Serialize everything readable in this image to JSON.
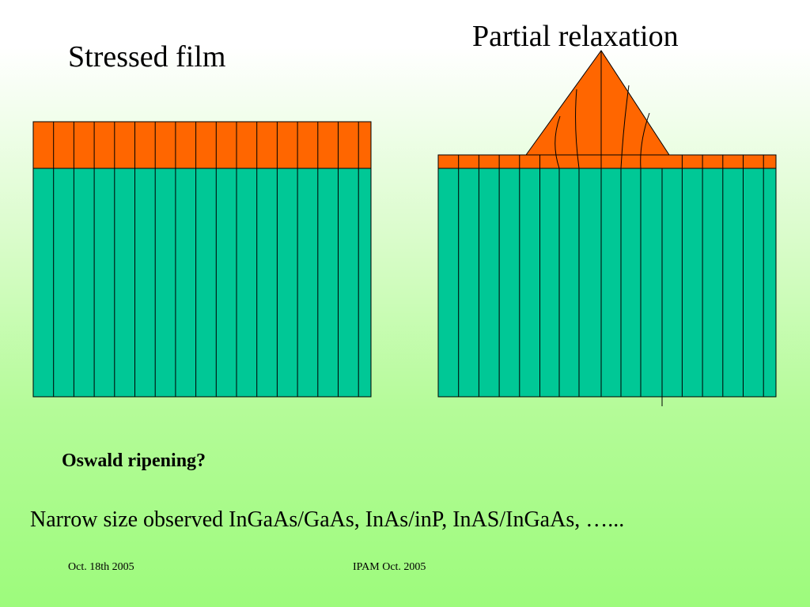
{
  "slide": {
    "left_panel_title": "Stressed film",
    "right_panel_title": "Partial relaxation",
    "heading": "Oswald ripening?",
    "body_text": "Narrow size observed InGaAs/GaAs, InAs/inP, InAS/InGaAs, …...",
    "footer_left": "Oct. 18th 2005",
    "footer_center": "IPAM Oct. 2005"
  },
  "colors": {
    "film": "#ff6600",
    "substrate": "#00c896",
    "line": "#000000"
  }
}
